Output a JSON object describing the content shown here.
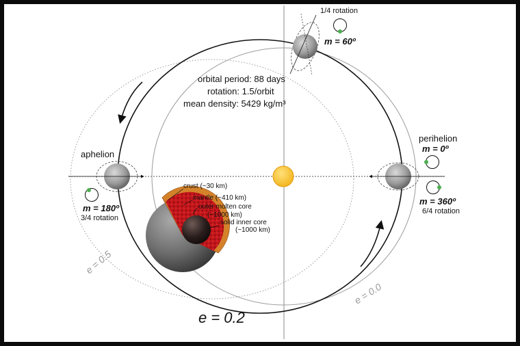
{
  "stats": {
    "period": "orbital period: 88 days",
    "rotation": "rotation: 1.5/orbit",
    "density": "mean density: 5429 kg/m³"
  },
  "top": {
    "rotation": "1/4 rotation",
    "anomaly": "m = 60º"
  },
  "aphelion": {
    "label": "aphelion",
    "anomaly": "m = 180º",
    "rotation": "3/4 rotation"
  },
  "perihelion": {
    "label": "perihelion",
    "anomaly_start": "m = 0º",
    "anomaly_end": "m = 360º",
    "rotation": "6/4 rotation"
  },
  "layers": {
    "crust": "crust (~30 km)",
    "mantle": "mantle (~410 km)",
    "outer_core": "outer molten core",
    "outer_core_size": "(~1000 km)",
    "inner_core": "solid inner core",
    "inner_core_size": "(~1000 km)"
  },
  "eccentricity": {
    "e05": "e = 0.5",
    "e00": "e = 0.0",
    "e02": "e = 0.2"
  },
  "colors": {
    "frame": "#0b0b0b",
    "background": "#ffffff",
    "sun": "#f9c23c",
    "mantle": "#c4161c",
    "crust": "#d4822a",
    "marker": "#4caf50",
    "orbit_main": "#111111",
    "orbit_faint": "#9a9a9a"
  }
}
